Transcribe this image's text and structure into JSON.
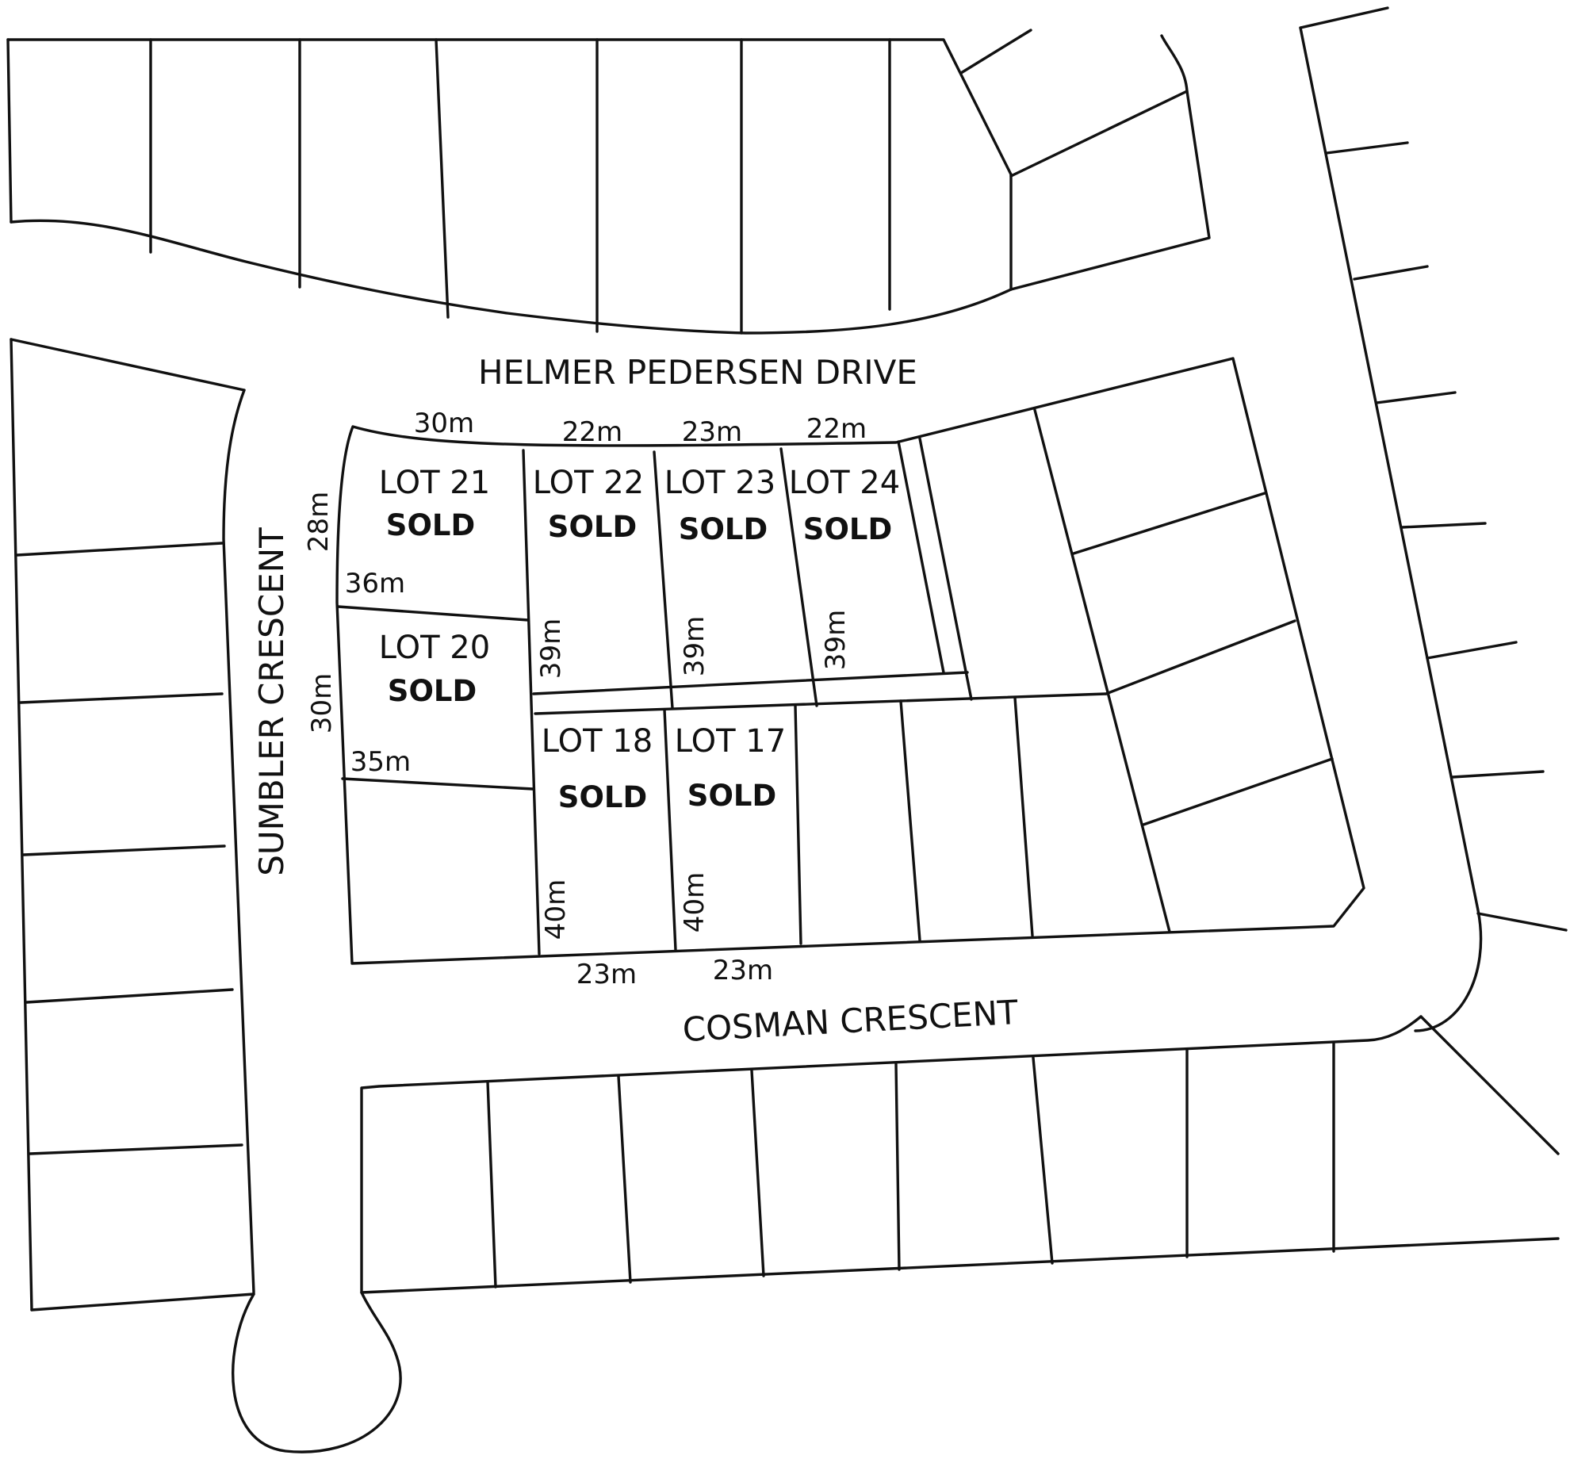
{
  "streets": {
    "helmer": "HELMER PEDERSEN DRIVE",
    "sumbler": "SUMBLER CRESCENT",
    "cosman": "COSMAN CRESCENT"
  },
  "lots": [
    {
      "name": "LOT 21",
      "status": "SOLD"
    },
    {
      "name": "LOT 22",
      "status": "SOLD"
    },
    {
      "name": "LOT 23",
      "status": "SOLD"
    },
    {
      "name": "LOT 24",
      "status": "SOLD"
    },
    {
      "name": "LOT 20",
      "status": "SOLD"
    },
    {
      "name": "LOT 18",
      "status": "SOLD"
    },
    {
      "name": "LOT 17",
      "status": "SOLD"
    }
  ],
  "dimensions": {
    "lot21_front": "30m",
    "lot22_front": "22m",
    "lot23_front": "23m",
    "lot24_front": "22m",
    "lot21_side": "28m",
    "lot21_rear": "36m",
    "lot20_side": "30m",
    "lot20_rear": "35m",
    "lot22_depth": "39m",
    "lot23_depth": "39m",
    "lot24_depth": "39m",
    "lot18_depth": "40m",
    "lot17_depth": "40m",
    "lot18_front": "23m",
    "lot17_front": "23m"
  }
}
